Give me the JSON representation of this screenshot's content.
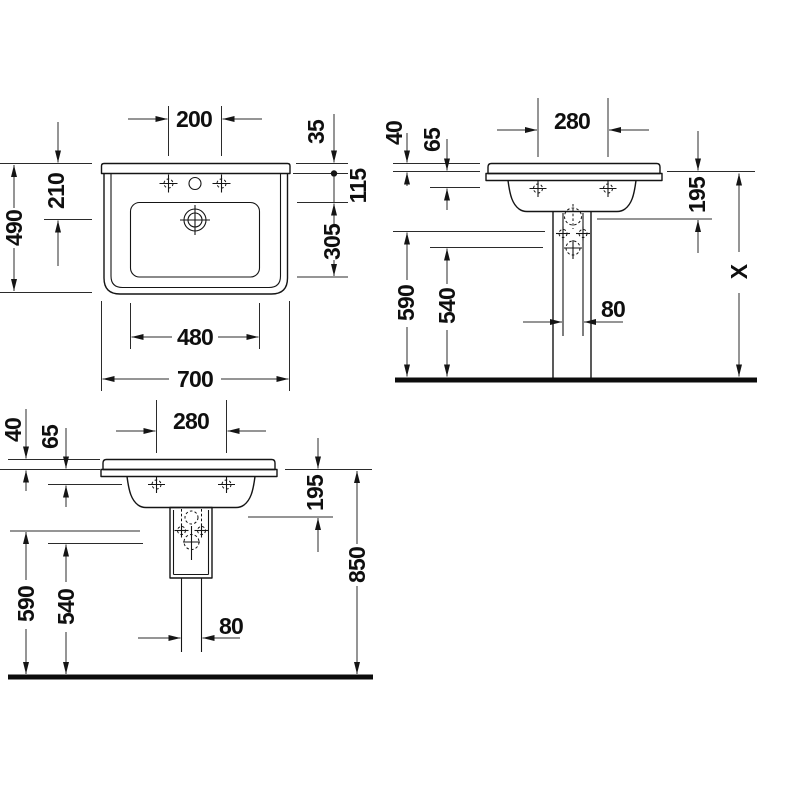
{
  "colors": {
    "background": "#ffffff",
    "line": "#1a1a1a",
    "text": "#0f0f0f"
  },
  "views": {
    "top_view": {
      "labels": {
        "faucet_hole_spacing": "200",
        "back_edge_to_hole_line": "35",
        "back_edge_to_bowl": "115",
        "bowl_depth": "305",
        "back_edge_to_drain": "210",
        "overall_depth": "490",
        "bowl_width": "480",
        "overall_width": "700"
      }
    },
    "front_view_pedestal": {
      "labels": {
        "fixing_hole_spacing": "280",
        "rim_thickness": "40",
        "rim_to_fixing_holes": "65",
        "basin_body_height": "195",
        "upper_outlet_height": "590",
        "lower_outlet_height": "540",
        "outlet_width": "80",
        "overall_height": "X"
      }
    },
    "front_view_semipedestal": {
      "labels": {
        "fixing_hole_spacing": "280",
        "rim_thickness": "40",
        "rim_to_fixing_holes": "65",
        "basin_body_height": "195",
        "upper_outlet_height": "590",
        "lower_outlet_height": "540",
        "outlet_width": "80",
        "overall_height": "850"
      }
    }
  }
}
